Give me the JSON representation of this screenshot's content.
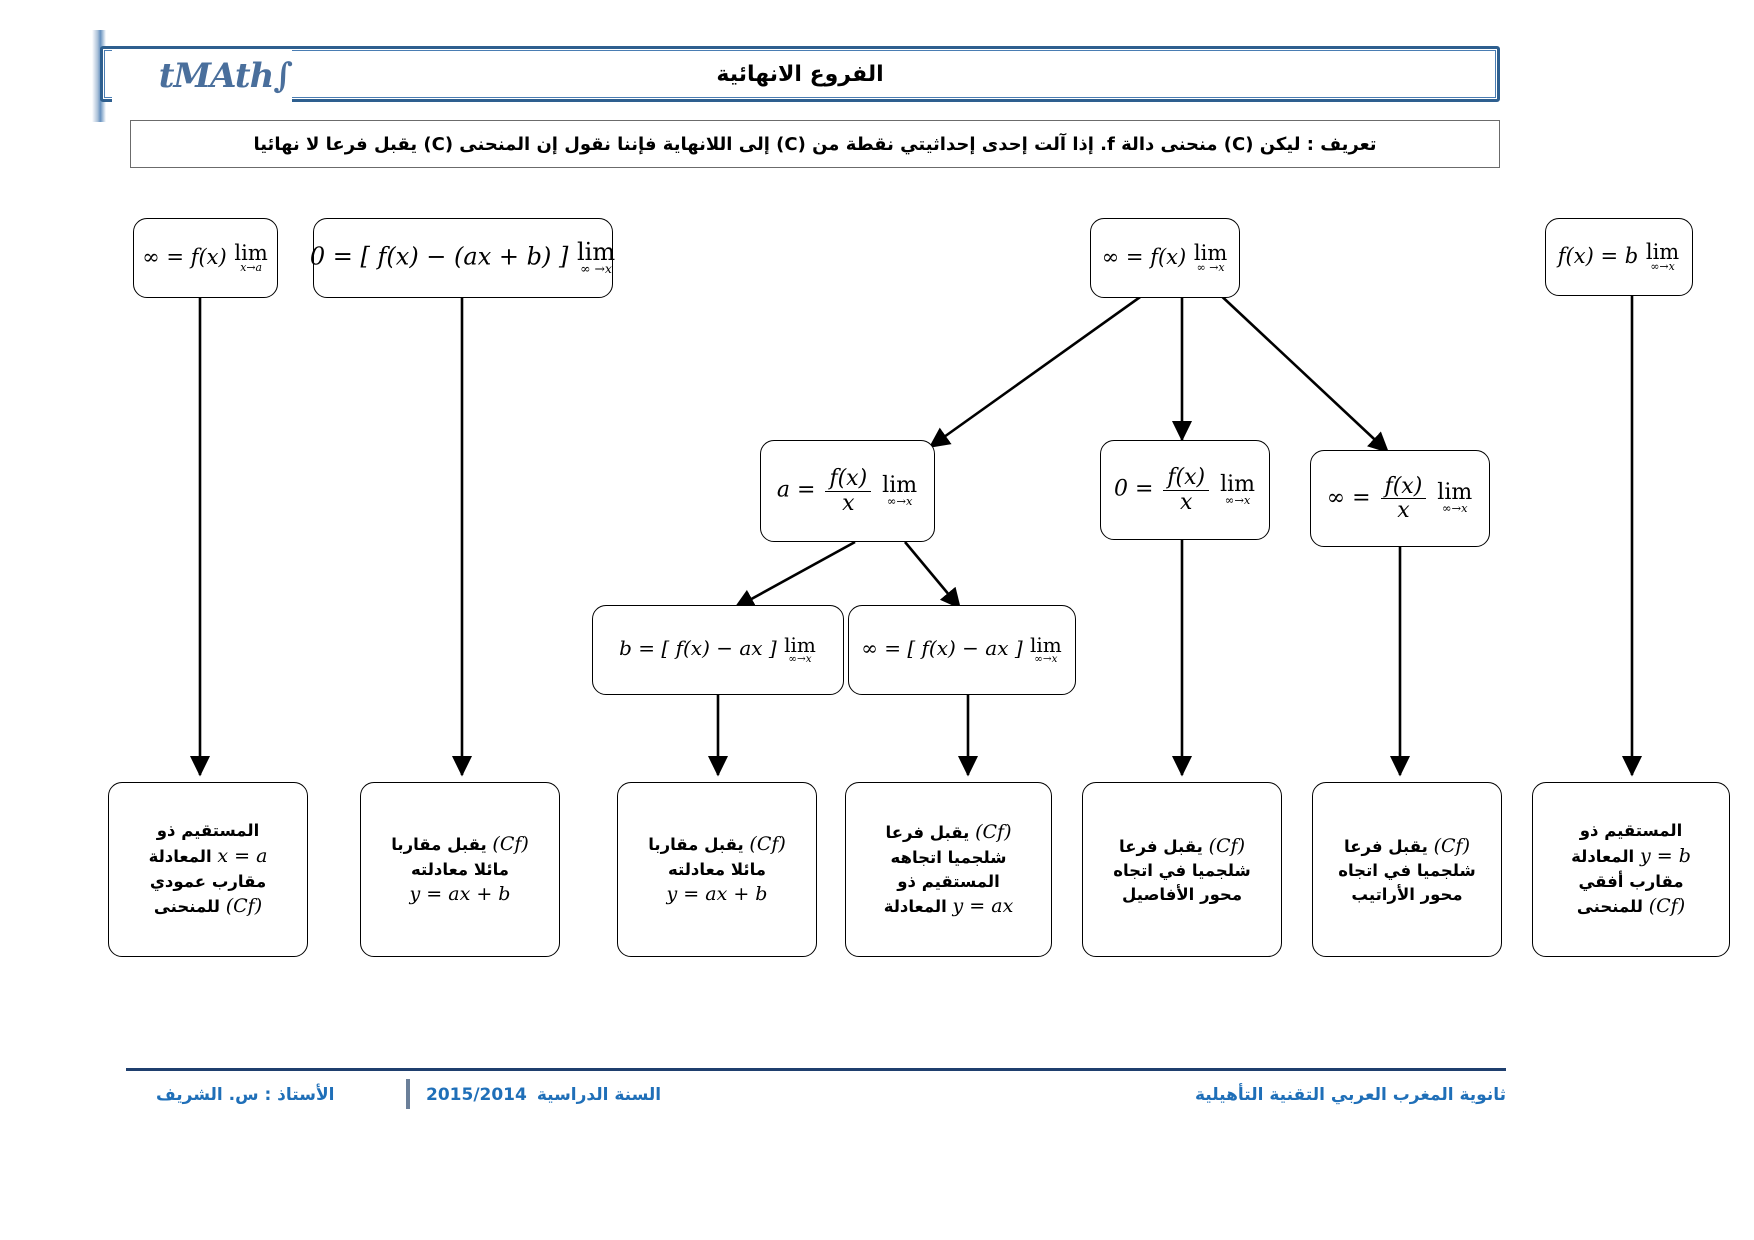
{
  "header": {
    "logo_text": "∫tMAth",
    "title": "الفروع الانهائية"
  },
  "definition": {
    "text": "تعريف : ليكن (C) منحنى دالة f. إذا آلت إحدى إحداثيتي نقطة من (C) إلى اللانهاية فإننا نقول إن المنحنى (C) يقبل فرعا لا نهائيا"
  },
  "conditions": {
    "c1": {
      "lim_var": "x→a",
      "body": "f(x) = ∞"
    },
    "c2": {
      "lim_var": "x→ ∞",
      "body": "[ f(x) − (ax + b) ] = 0"
    },
    "c3": {
      "lim_var": "x→ ∞",
      "body": "f(x) = ∞"
    },
    "c4": {
      "lim_var": "x→∞",
      "body": "f(x) = b"
    },
    "r1": {
      "lim_var": "x→∞",
      "numerator": "f(x)",
      "denominator": "x",
      "result": "= a"
    },
    "r2": {
      "lim_var": "x→∞",
      "numerator": "f(x)",
      "denominator": "x",
      "result": "= 0"
    },
    "r3": {
      "lim_var": "x→∞",
      "numerator": "f(x)",
      "denominator": "x",
      "result": "= ∞"
    },
    "s1": {
      "lim_var": "x→∞",
      "body": "[ f(x) − ax ] = b"
    },
    "s2": {
      "lim_var": "x→∞",
      "body": "[ f(x) − ax ] = ∞"
    }
  },
  "results": {
    "b1": {
      "line1": "المستقيم ذو",
      "line2_prefix": "المعادلة",
      "line2_eq": "x = a",
      "line3": "مقارب عمودي",
      "line4_prefix": "للمنحنى",
      "line4_eq": "(Cf)"
    },
    "b2": {
      "line1_eq": "(Cf)",
      "line1_text": "يقبل مقاربا",
      "line2": "مائلا معادلته",
      "line3_eq": "y = ax + b"
    },
    "b3": {
      "line1_eq": "(Cf)",
      "line1_text": "يقبل مقاربا",
      "line2": "مائلا معادلته",
      "line3_eq": "y = ax + b"
    },
    "b4": {
      "line1_eq": "(Cf)",
      "line1_text": "يقبل فرعا",
      "line2": "شلجميا اتجاهه",
      "line3": "المستقيم ذو",
      "line4_eq": "y = ax",
      "line4_text": "المعادلة"
    },
    "b5": {
      "line1_eq": "(Cf)",
      "line1_text": "يقبل فرعا",
      "line2": "شلجميا في اتجاه",
      "line3": "محور الأفاصيل"
    },
    "b6": {
      "line1_eq": "(Cf)",
      "line1_text": "يقبل فرعا",
      "line2": "شلجميا في اتجاه",
      "line3": "محور الأراتيب"
    },
    "b7": {
      "line1": "المستقيم ذو",
      "line2_prefix": "المعادلة",
      "line2_eq": "y = b",
      "line3": "مقارب أفقي",
      "line4_prefix": "للمنحنى",
      "line4_eq": "(Cf)"
    }
  },
  "footer": {
    "school": "ثانوية المغرب العربي التقنية التأهيلية",
    "year_label": "السنة الدراسية",
    "year_value": "2015/2014",
    "teacher": "الأستاذ : س. الشريف"
  },
  "colors": {
    "header_border": "#2e5f8f",
    "footer_text": "#1f6fb8",
    "footer_rule": "#1f3f6e",
    "node_border": "#000000"
  }
}
